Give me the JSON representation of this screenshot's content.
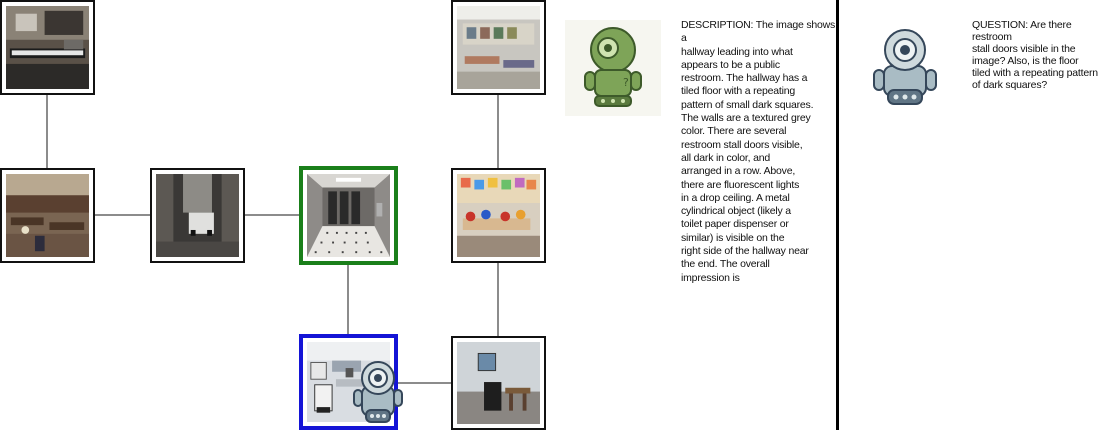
{
  "graph": {
    "nodes": [
      {
        "id": "music-room",
        "scene": "music studio with keyboard and equipment",
        "state": "normal"
      },
      {
        "id": "library",
        "scene": "library reading room with tables",
        "state": "normal"
      },
      {
        "id": "garage-alley",
        "scene": "covered alley with parked pickup truck",
        "state": "normal"
      },
      {
        "id": "restroom-hallway",
        "scene": "restroom hallway with stall doors",
        "state": "current"
      },
      {
        "id": "office-computers",
        "scene": "office with computers and desks",
        "state": "agent"
      },
      {
        "id": "classroom-top",
        "scene": "classroom with tables and shelves",
        "state": "normal"
      },
      {
        "id": "classroom-kids",
        "scene": "classroom with children at tables",
        "state": "normal"
      },
      {
        "id": "office-room",
        "scene": "small office with desk and cabinet",
        "state": "normal"
      }
    ],
    "edges": [
      [
        "music-room",
        "library"
      ],
      [
        "library",
        "garage-alley"
      ],
      [
        "garage-alley",
        "restroom-hallway"
      ],
      [
        "restroom-hallway",
        "office-computers"
      ],
      [
        "office-computers",
        "office-room"
      ],
      [
        "classroom-top",
        "classroom-kids"
      ],
      [
        "classroom-kids",
        "office-room"
      ]
    ],
    "colors": {
      "current_border": "#1a7f1a",
      "agent_border": "#1414d6",
      "edge": "#666666"
    }
  },
  "panel": {
    "avatar_icon": "robot-green-icon",
    "description": "DESCRIPTION: The image shows a\nhallway leading into what\nappears to be a public\nrestroom. The hallway has a\ntiled floor with a repeating\npattern of small dark squares.\nThe walls are a textured grey\ncolor. There are several\nrestroom stall doors visible,\nall dark in color, and\narranged in a row. Above,\nthere are fluorescent lights\nin a drop ceiling. A metal\ncylindrical object (likely a\ntoilet paper dispenser or\nsimilar) is visible on the\nright side of the hallway near\nthe end. The overall\nimpression is"
  },
  "question_panel": {
    "avatar_icon": "robot-blue-icon",
    "question": "QUESTION: Are there restroom\nstall doors visible in the\nimage? Also, is the floor\ntiled with a repeating pattern\nof dark squares?"
  }
}
